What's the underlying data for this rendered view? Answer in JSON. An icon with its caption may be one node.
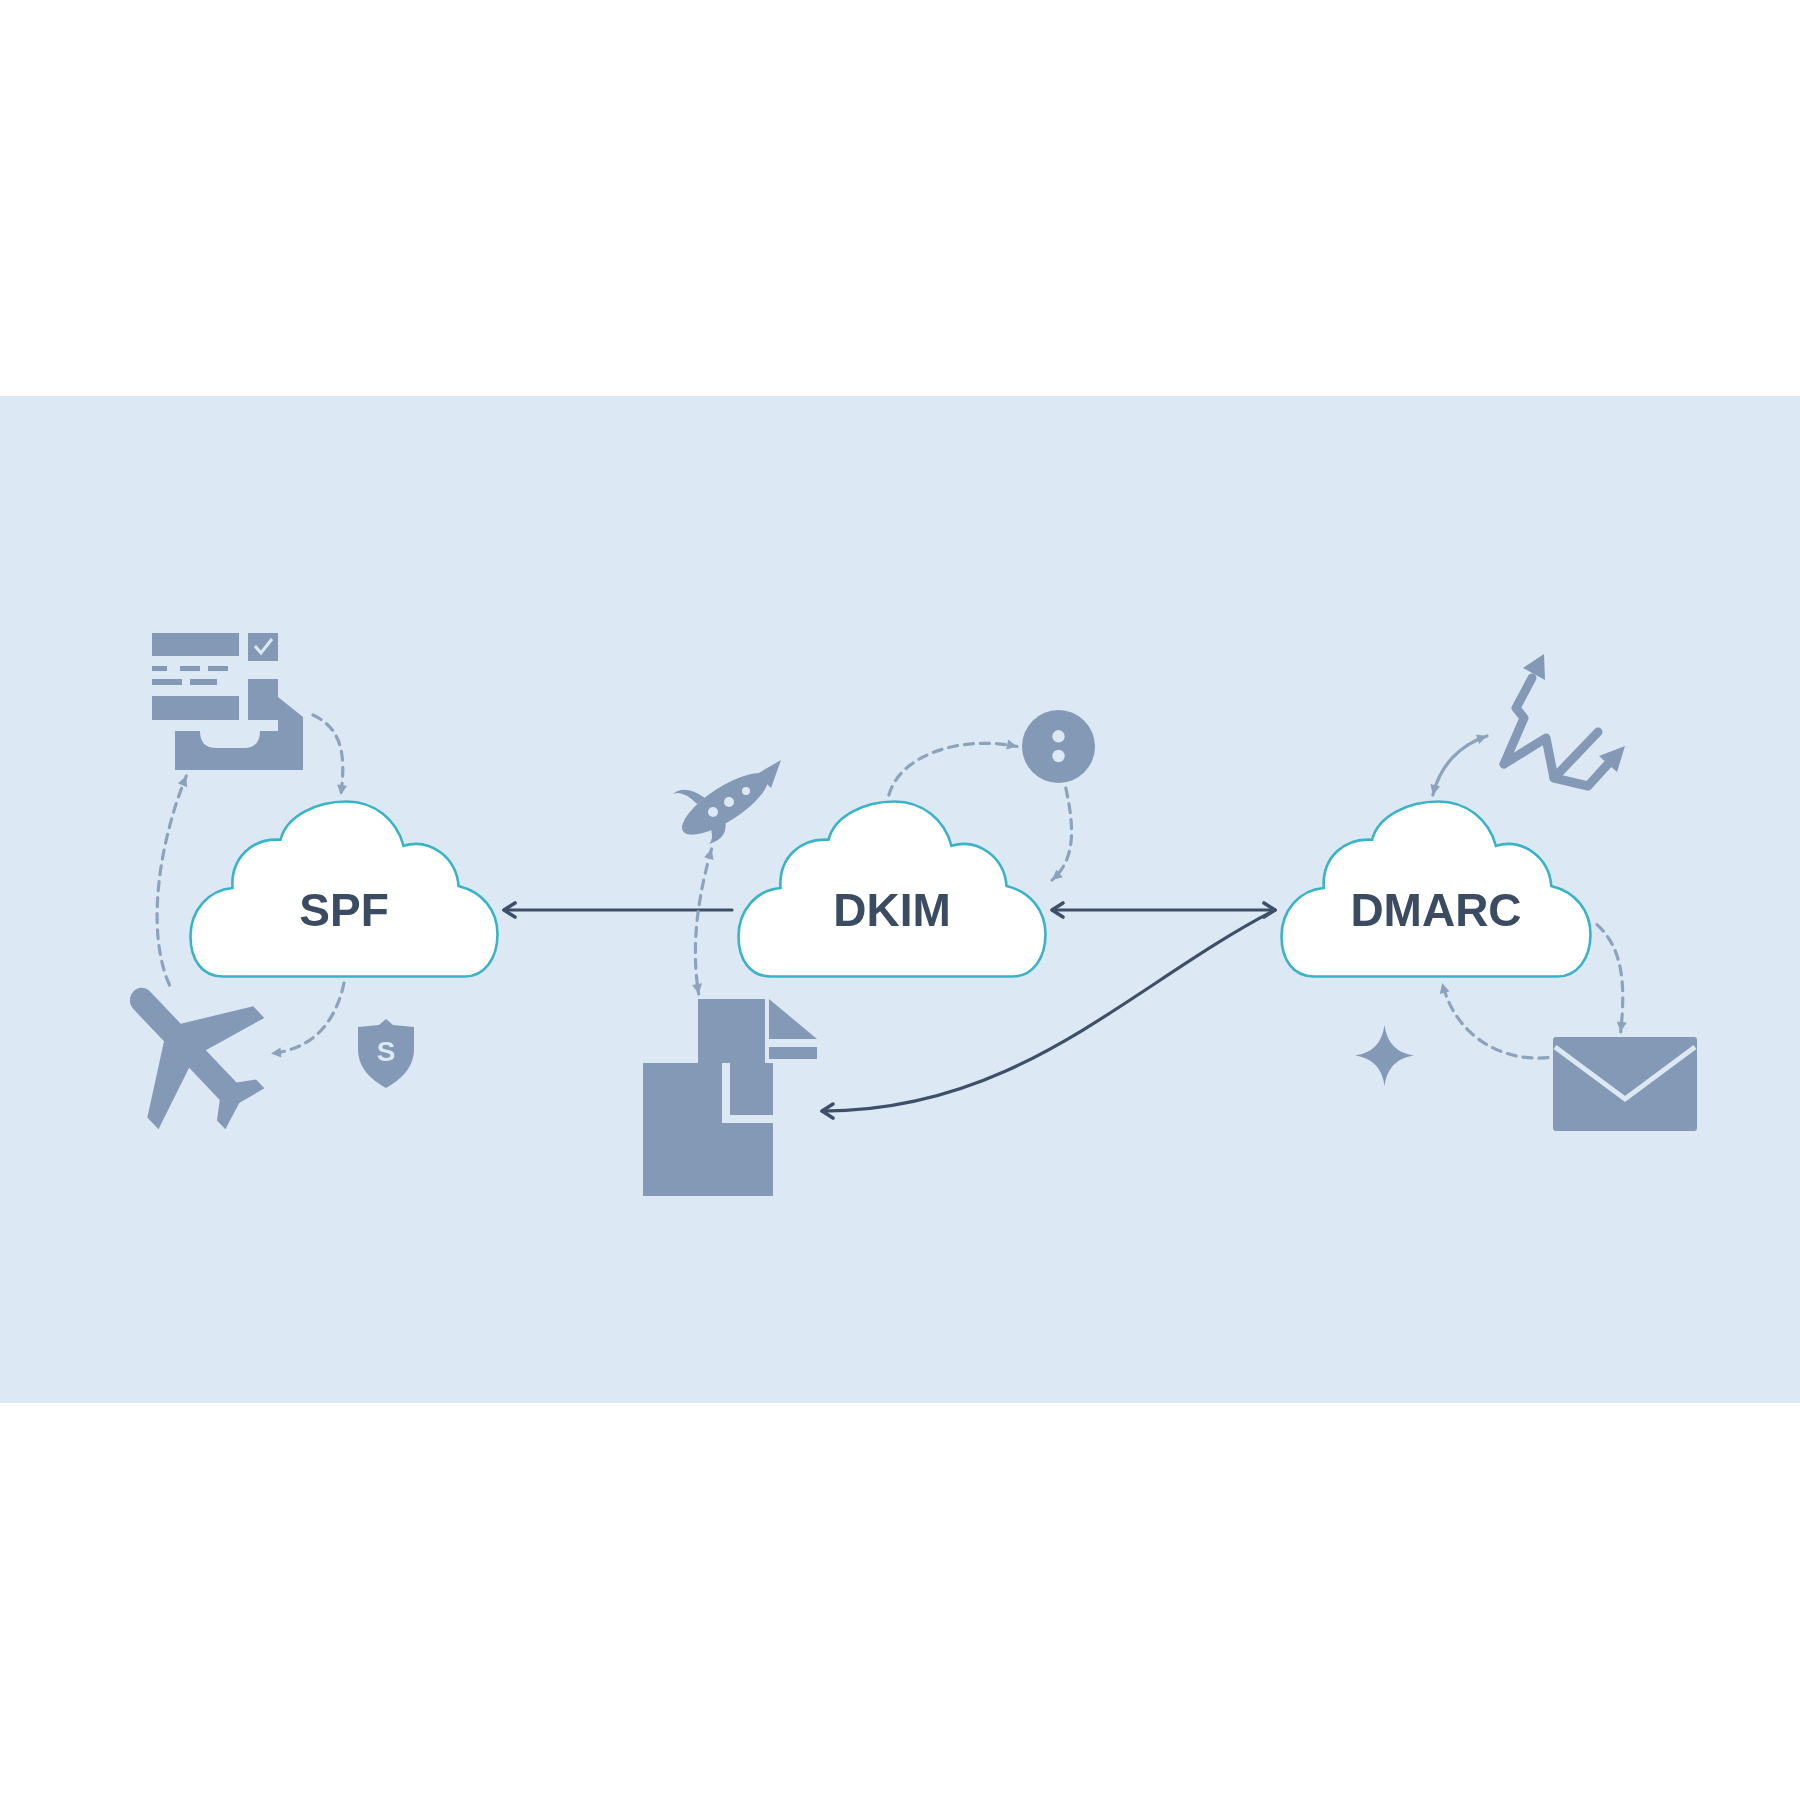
{
  "diagram": {
    "nodes": [
      {
        "text": [],
        "shape": "picture"
      },
      {
        "text": [],
        "shape": "picture"
      },
      {
        "text": [],
        "shape": "circle"
      },
      {
        "text": [],
        "shape": "picture"
      },
      {
        "text": [
          "SPF"
        ]
      },
      {
        "text": [
          "DKIM"
        ]
      },
      {
        "text": [
          "DMARC"
        ]
      },
      {
        "text": [],
        "shape": "picture"
      },
      {
        "text": [
          "S"
        ]
      },
      {
        "text": [],
        "shape": "picture"
      },
      {
        "text": [],
        "shape": "picture"
      }
    ],
    "edges": [
      {
        "from": 5,
        "to": 4,
        "arrow": "to",
        "color": "#3e5069"
      },
      {
        "from": 5,
        "to": 6,
        "arrow": "both",
        "color": "#3e5069"
      },
      {
        "from": 6,
        "to": 9,
        "arrow": "to",
        "color": "#3e5069"
      },
      {
        "from": 0,
        "to": 4,
        "arrow": "to",
        "style": "dashed"
      },
      {
        "from": 7,
        "to": 0,
        "arrow": "to",
        "style": "dashed"
      },
      {
        "from": 4,
        "to": 7,
        "arrow": "to",
        "style": "dashed"
      },
      {
        "from": 1,
        "to": 9,
        "arrow": "both",
        "style": "dashed"
      },
      {
        "from": 5,
        "to": 2,
        "arrow": "to",
        "style": "dashed"
      },
      {
        "from": 2,
        "to": 5,
        "arrow": "to",
        "style": "dashed"
      },
      {
        "from": 6,
        "to": 3,
        "arrow": "both"
      },
      {
        "from": 6,
        "to": 10,
        "arrow": "to",
        "style": "dashed"
      },
      {
        "from": 10,
        "to": 6,
        "arrow": "to",
        "style": "dashed"
      }
    ]
  }
}
